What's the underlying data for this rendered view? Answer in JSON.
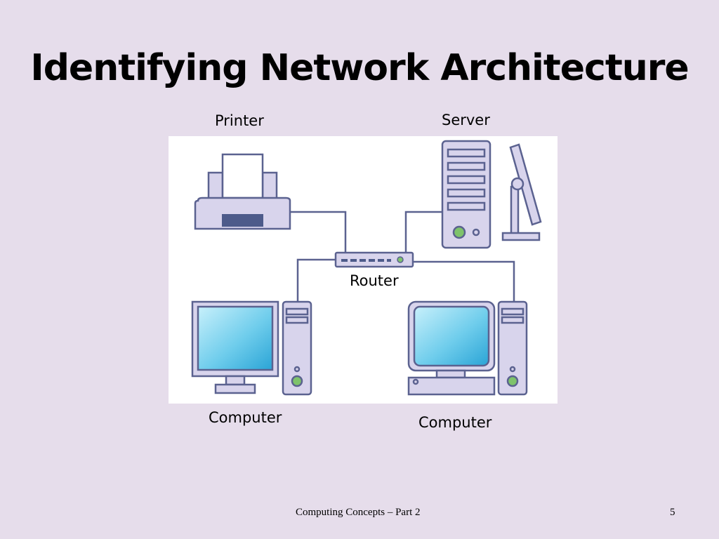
{
  "slide": {
    "title": "Identifying Network Architecture",
    "footer_text": "Computing Concepts – Part 2",
    "page_number": "5"
  },
  "diagram": {
    "labels": {
      "printer": "Printer",
      "server": "Server",
      "router": "Router",
      "computer_left": "Computer",
      "computer_right": "Computer"
    },
    "colors": {
      "device_fill": "#d8d4ec",
      "device_stroke": "#5b6290",
      "screen_light": "#aee4f5",
      "screen_dark": "#2eb0de",
      "led_green": "#7ec36b",
      "port_dark": "#4d5b8a"
    }
  }
}
